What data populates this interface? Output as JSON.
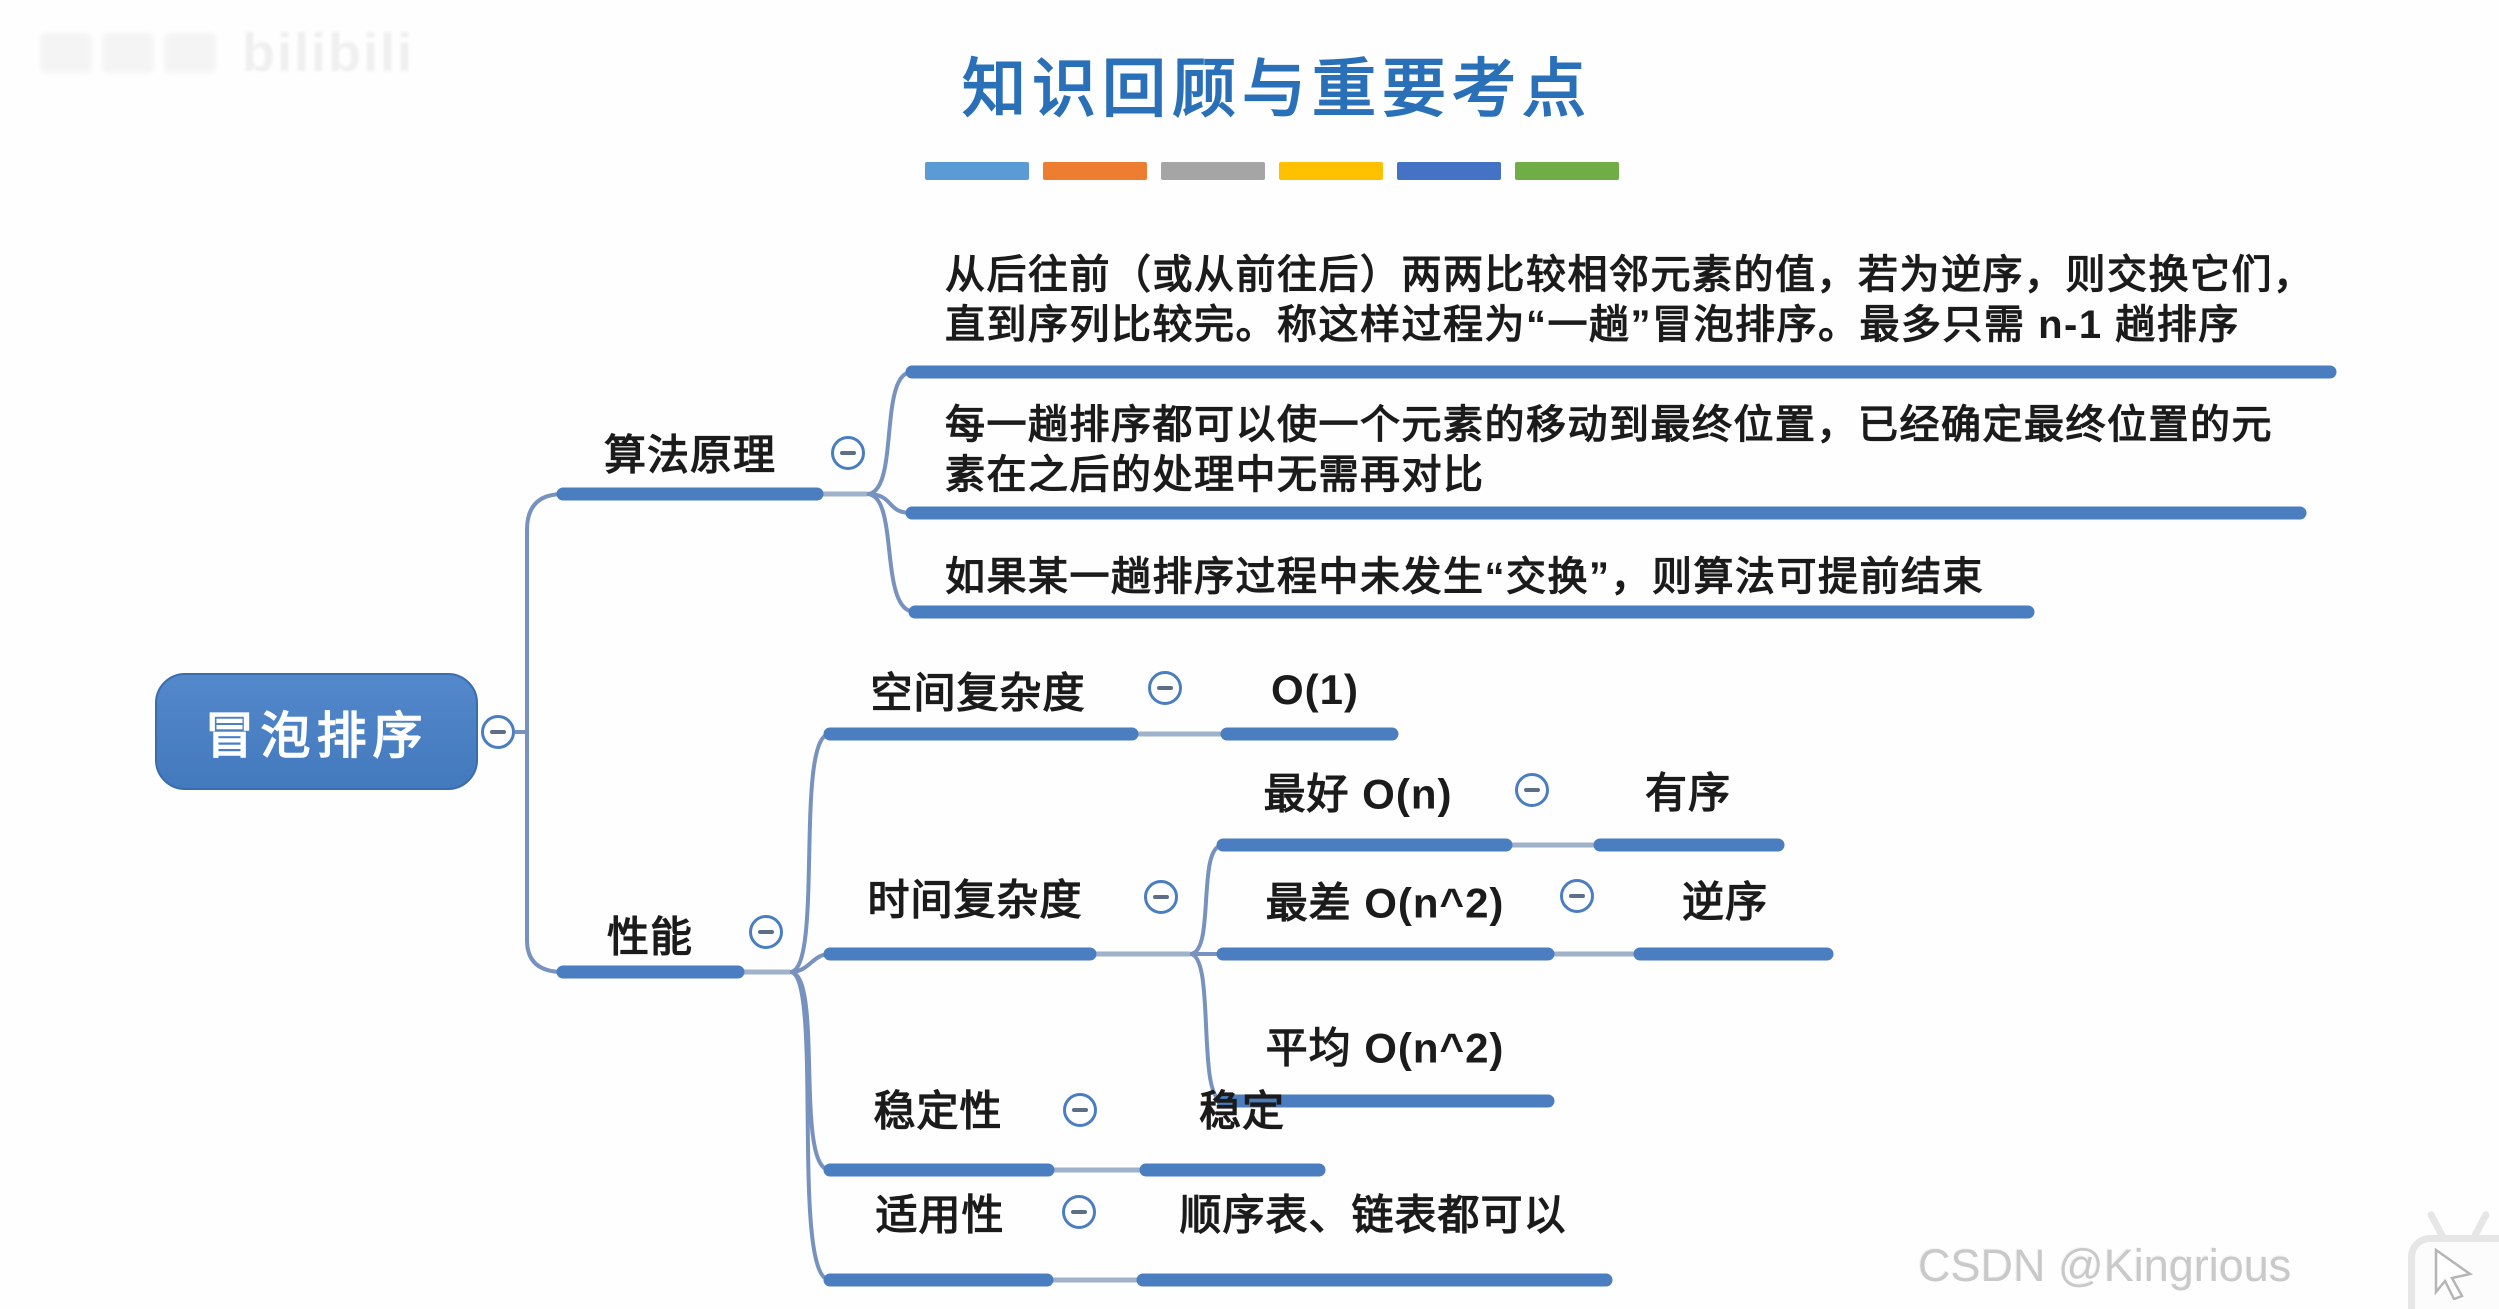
{
  "page": {
    "title": "知识回顾与重要考点"
  },
  "divider_colors": [
    "#5b9bd5",
    "#ed7d31",
    "#a5a5a5",
    "#ffc000",
    "#4472c4",
    "#70ad47"
  ],
  "mindmap": {
    "root": {
      "label": "冒泡排序"
    },
    "algorithm": {
      "label": "算法原理",
      "notes": [
        {
          "lines": [
            "从后往前（或从前往后）两两比较相邻元素的值，若为逆序，则交换它们，",
            "直到序列比较完。称这样过程为“一趟”冒泡排序。最多只需 n-1 趟排序"
          ]
        },
        {
          "lines": [
            "每一趟排序都可以使一个元素的移动到最终位置，已经确定最终位置的元",
            "素在之后的处理中无需再对比"
          ]
        },
        {
          "lines": [
            "如果某一趟排序过程中未发生“交换”，则算法可提前结束"
          ]
        }
      ]
    },
    "performance": {
      "label": "性能",
      "space": {
        "label": "空间复杂度",
        "value": "O(1)"
      },
      "time": {
        "label": "时间复杂度",
        "best": {
          "label": "最好 O(n)",
          "value": "有序"
        },
        "worst": {
          "label": "最差 O(n^2)",
          "value": "逆序"
        },
        "average": {
          "label": "平均 O(n^2)"
        }
      },
      "stability": {
        "label": "稳定性",
        "value": "稳定"
      },
      "applicability": {
        "label": "适用性",
        "value": "顺序表、链表都可以"
      }
    }
  },
  "colors": {
    "branch_thick": "#4a7ec1",
    "branch_thin": "#9fb2ca",
    "branch_curve": "#7792bf",
    "title_blue": "#2a70b8",
    "root_fill": "#4c82c6"
  },
  "watermarks": {
    "top_left_logo": "bilibili",
    "bottom_right": "CSDN @Kingrious"
  }
}
